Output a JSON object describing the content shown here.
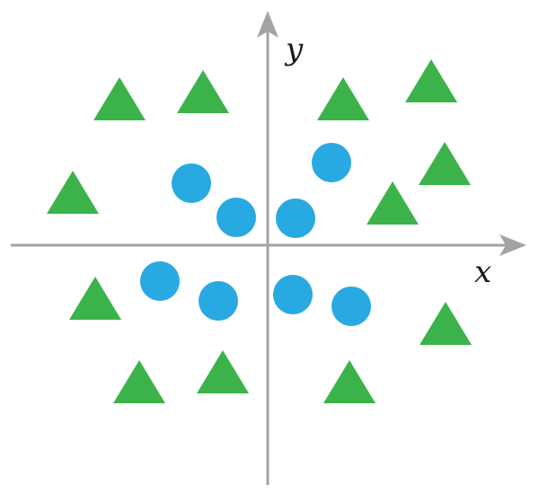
{
  "chart_data": {
    "type": "scatter",
    "title": "",
    "xlabel": "x",
    "ylabel": "y",
    "xlim": [
      -2.9,
      2.9
    ],
    "ylim": [
      -2.7,
      2.6
    ],
    "grid": false,
    "colors": {
      "triangle": "#3bb34a",
      "circle": "#29a9e1",
      "axis": "#a3a3a3"
    },
    "series": [
      {
        "name": "triangles",
        "marker": "triangle",
        "points": [
          [
            -1.65,
            1.61
          ],
          [
            -0.72,
            1.69
          ],
          [
            0.84,
            1.61
          ],
          [
            1.82,
            1.81
          ],
          [
            1.97,
            0.89
          ],
          [
            1.39,
            0.45
          ],
          [
            -2.17,
            0.57
          ],
          [
            -1.92,
            -0.61
          ],
          [
            1.98,
            -0.89
          ],
          [
            -1.43,
            -1.54
          ],
          [
            -0.5,
            -1.43
          ],
          [
            0.91,
            -1.54
          ]
        ]
      },
      {
        "name": "circles",
        "marker": "circle",
        "points": [
          [
            -0.85,
            0.69
          ],
          [
            -0.35,
            0.31
          ],
          [
            0.31,
            0.3
          ],
          [
            0.71,
            0.92
          ],
          [
            -1.2,
            -0.4
          ],
          [
            -0.55,
            -0.62
          ],
          [
            0.28,
            -0.55
          ],
          [
            0.93,
            -0.68
          ]
        ]
      }
    ]
  }
}
